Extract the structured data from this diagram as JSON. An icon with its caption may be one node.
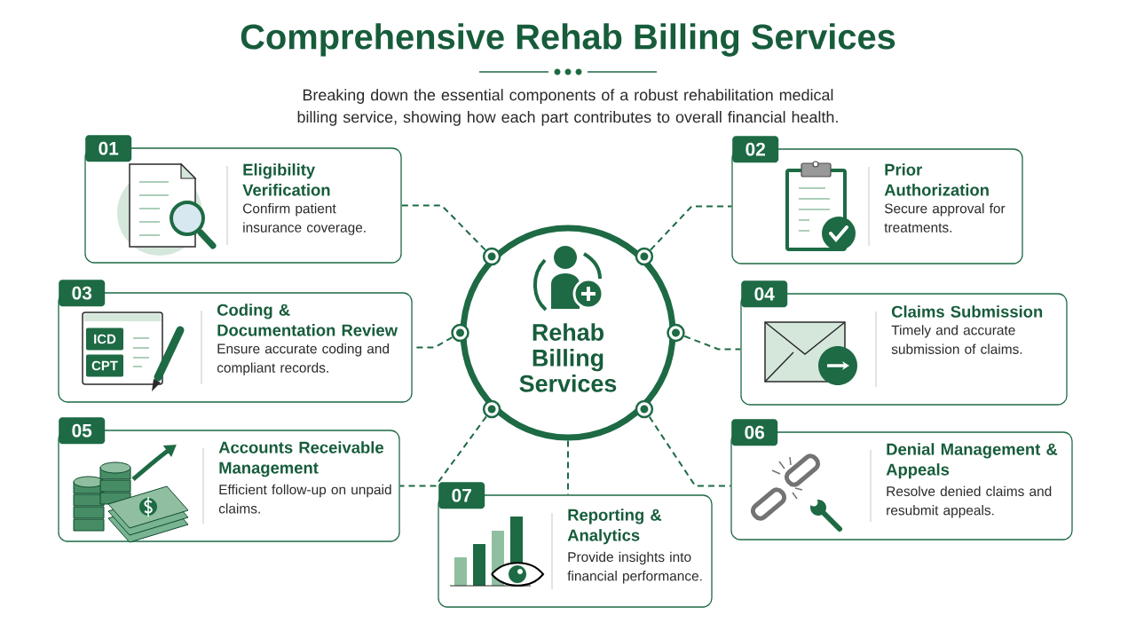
{
  "diagram": {
    "title": "Comprehensive Rehab Billing Services",
    "nodes": [
      {
        "text": [
          "01",
          "Eligibility Verification",
          "Confirm patient insurance coverage."
        ]
      },
      {
        "text": [
          "02",
          "Prior Authorization",
          "Secure approval for treatments."
        ]
      },
      {
        "text": [
          "03",
          "Coding & Documentation Review",
          "Ensure accurate coding and compliant records."
        ]
      },
      {
        "text": [
          "Rehab Billing Services"
        ]
      },
      {
        "text": [
          "04",
          "Claims Submission",
          "Timely and accurate submission of claims."
        ]
      },
      {
        "text": [
          "05",
          "Accounts Receivable Management",
          "Efficient follow-up on unpaid claims."
        ]
      },
      {
        "text": [
          "06",
          "Denial Management & Appeals",
          "Resolve denied claims and resubmit appeals."
        ]
      },
      {
        "text": [
          "07",
          "Reporting & Analytics",
          "Provide insights into financial performance."
        ]
      }
    ],
    "edges": [
      {
        "from": 3,
        "to": 0,
        "arrow": "none",
        "style": "dashed"
      },
      {
        "from": 3,
        "to": 1,
        "arrow": "none",
        "style": "dashed"
      },
      {
        "from": 3,
        "to": 2,
        "arrow": "none",
        "style": "dashed"
      },
      {
        "from": 3,
        "to": 4,
        "arrow": "none",
        "style": "dashed"
      },
      {
        "from": 3,
        "to": 5,
        "arrow": "none",
        "style": "dashed"
      },
      {
        "from": 3,
        "to": 6,
        "arrow": "none",
        "style": "dashed"
      },
      {
        "from": 3,
        "to": 7,
        "arrow": "none",
        "style": "dashed"
      }
    ],
    "labels": [
      "Breaking down the essential components of a robust rehabilitation medical billing service, showing how each part contributes to overall financial health.",
      "ICD",
      "CPT"
    ]
  }
}
